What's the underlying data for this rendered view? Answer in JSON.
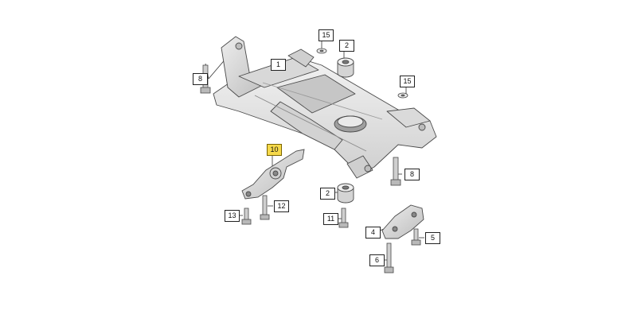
{
  "parts": [
    {
      "key": "subframe",
      "number": "1",
      "highlighted": false
    },
    {
      "key": "mount-bushing-top",
      "number": "2",
      "highlighted": false
    },
    {
      "key": "mount-bushing-bottom",
      "number": "2",
      "highlighted": false
    },
    {
      "key": "bracket-right",
      "number": "4",
      "highlighted": false
    },
    {
      "key": "bolt-5",
      "number": "5",
      "highlighted": false
    },
    {
      "key": "bolt-6",
      "number": "6",
      "highlighted": false
    },
    {
      "key": "bolt-8-left",
      "number": "8",
      "highlighted": false
    },
    {
      "key": "bolt-8-right",
      "number": "8",
      "highlighted": false
    },
    {
      "key": "torque-rod",
      "number": "10",
      "highlighted": true
    },
    {
      "key": "bolt-11",
      "number": "11",
      "highlighted": false
    },
    {
      "key": "bolt-12",
      "number": "12",
      "highlighted": false
    },
    {
      "key": "bolt-13",
      "number": "13",
      "highlighted": false
    },
    {
      "key": "washer-15-top",
      "number": "15",
      "highlighted": false
    },
    {
      "key": "washer-15-right",
      "number": "15",
      "highlighted": false
    }
  ],
  "colors": {
    "highlight": "#f6d94a",
    "part_fill": "#e6e6e6",
    "part_shade": "#c9c9c9",
    "line": "#4a4a4a"
  }
}
